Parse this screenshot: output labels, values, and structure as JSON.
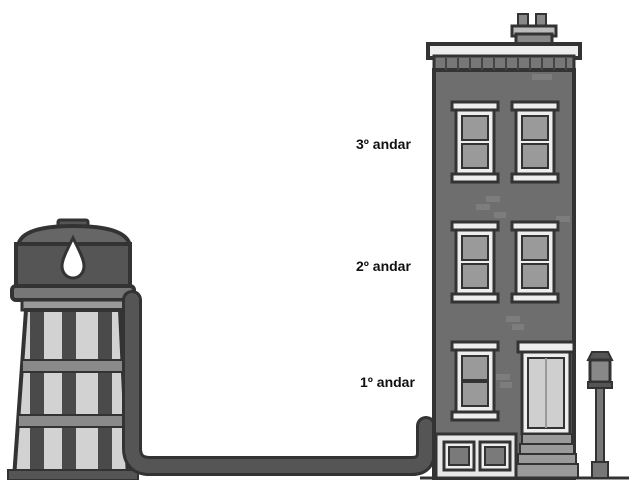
{
  "floors": [
    {
      "label": "3º andar"
    },
    {
      "label": "2º andar"
    },
    {
      "label": "1º andar"
    }
  ],
  "colors": {
    "outline": "#3c3c3c",
    "wall": "#6e6e6e",
    "wall_light": "#8a8a8a",
    "window_frame": "#eaeaea",
    "glass": "#9a9a9a",
    "pipe": "#444444",
    "tower_tank": "#555555",
    "tower_body": "#cfcfcf"
  },
  "icons": {
    "water_tower": "water-tower-icon",
    "water_drop": "water-drop-icon",
    "building": "building-icon",
    "pipe": "pipe-icon",
    "street_lamp": "street-lamp-icon"
  }
}
